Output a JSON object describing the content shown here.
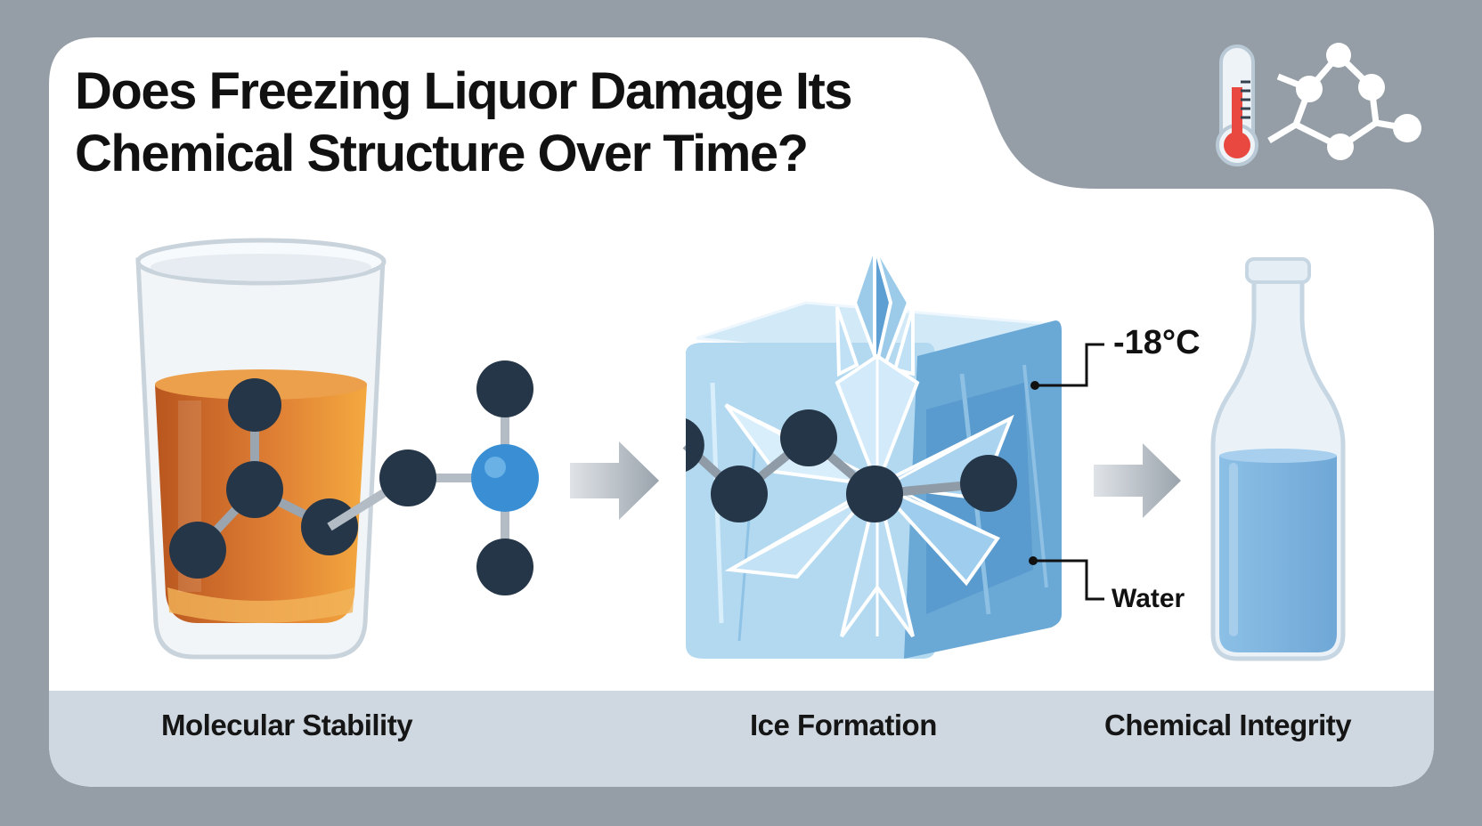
{
  "title": {
    "line1": "Does Freezing Liquor Damage Its",
    "line2": "Chemical Structure Over Time?"
  },
  "captions": {
    "left": "Molecular Stability",
    "middle": "Ice Formation",
    "right": "Chemical Integrity"
  },
  "callouts": {
    "temperature": "-18°C",
    "water": "Water"
  },
  "icons": [
    "thermometer-icon",
    "molecule-icon"
  ],
  "colors": {
    "frame": "#959ea7",
    "panel": "#ffffff",
    "caption_band": "#cfd8e0",
    "liquor": "#d9772f",
    "atom_dark": "#253648",
    "atom_blue": "#3a8fd4",
    "ice": "#a9d2ec",
    "bottle_water": "#7fb5df",
    "arrow": "#a4adb5",
    "thermometer_red": "#e8483f"
  }
}
